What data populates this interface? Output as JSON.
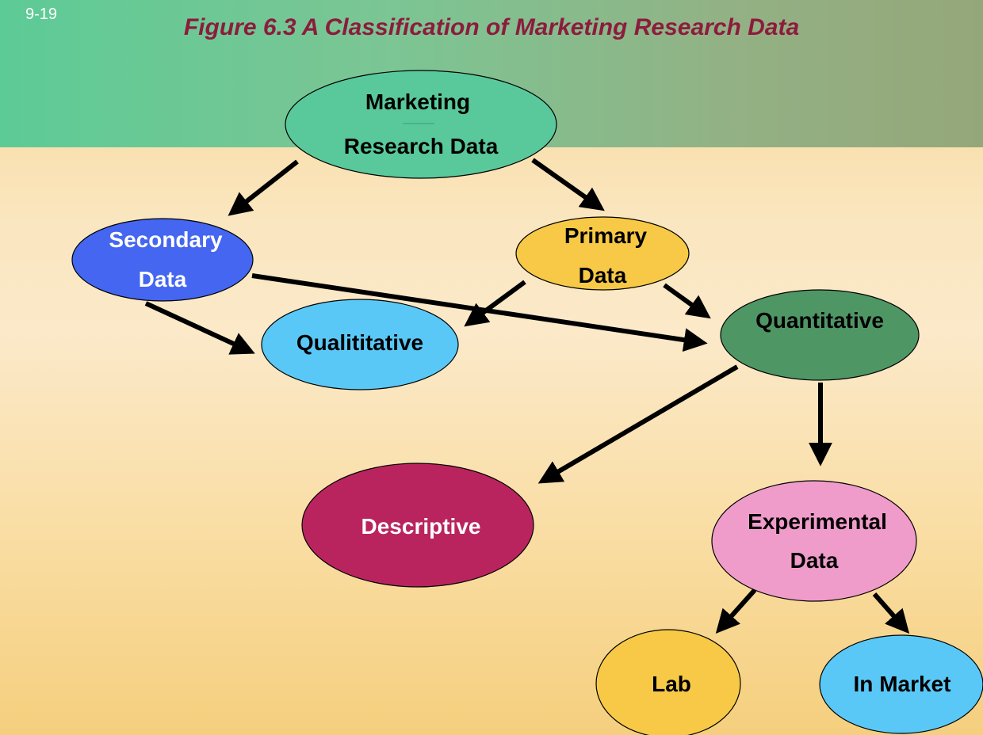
{
  "slide_number": "9-19",
  "title": "Figure 6.3  A Classification of Marketing Research Data",
  "nodes": {
    "marketing_research_data": {
      "line1": "Marketing",
      "line2": "Research Data",
      "color": "#59c99b"
    },
    "secondary_data": {
      "line1": "Secondary",
      "line2": "Data",
      "color": "#4466f0"
    },
    "primary_data": {
      "line1": "Primary",
      "line2": "Data",
      "color": "#f7c946"
    },
    "qualititative": {
      "label": "Qualititative",
      "color": "#5ac8f7"
    },
    "quantitative": {
      "label": "Quantitative",
      "color": "#4f9665"
    },
    "descriptive": {
      "label": "Descriptive",
      "color": "#b9245f"
    },
    "experimental_data": {
      "line1": "Experimental",
      "line2": "Data",
      "color": "#f09ccb"
    },
    "lab": {
      "label": "Lab",
      "color": "#f7c946"
    },
    "in_market": {
      "label": "In Market",
      "color": "#5ac8f7"
    }
  },
  "edges": [
    {
      "from": "Marketing Research Data",
      "to": "Secondary Data"
    },
    {
      "from": "Marketing Research Data",
      "to": "Primary Data"
    },
    {
      "from": "Secondary Data",
      "to": "Qualititative"
    },
    {
      "from": "Secondary Data",
      "to": "Quantitative"
    },
    {
      "from": "Primary Data",
      "to": "Qualititative"
    },
    {
      "from": "Primary Data",
      "to": "Quantitative"
    },
    {
      "from": "Quantitative",
      "to": "Descriptive"
    },
    {
      "from": "Quantitative",
      "to": "Experimental Data"
    },
    {
      "from": "Experimental Data",
      "to": "Lab"
    },
    {
      "from": "Experimental Data",
      "to": "In Market"
    }
  ]
}
